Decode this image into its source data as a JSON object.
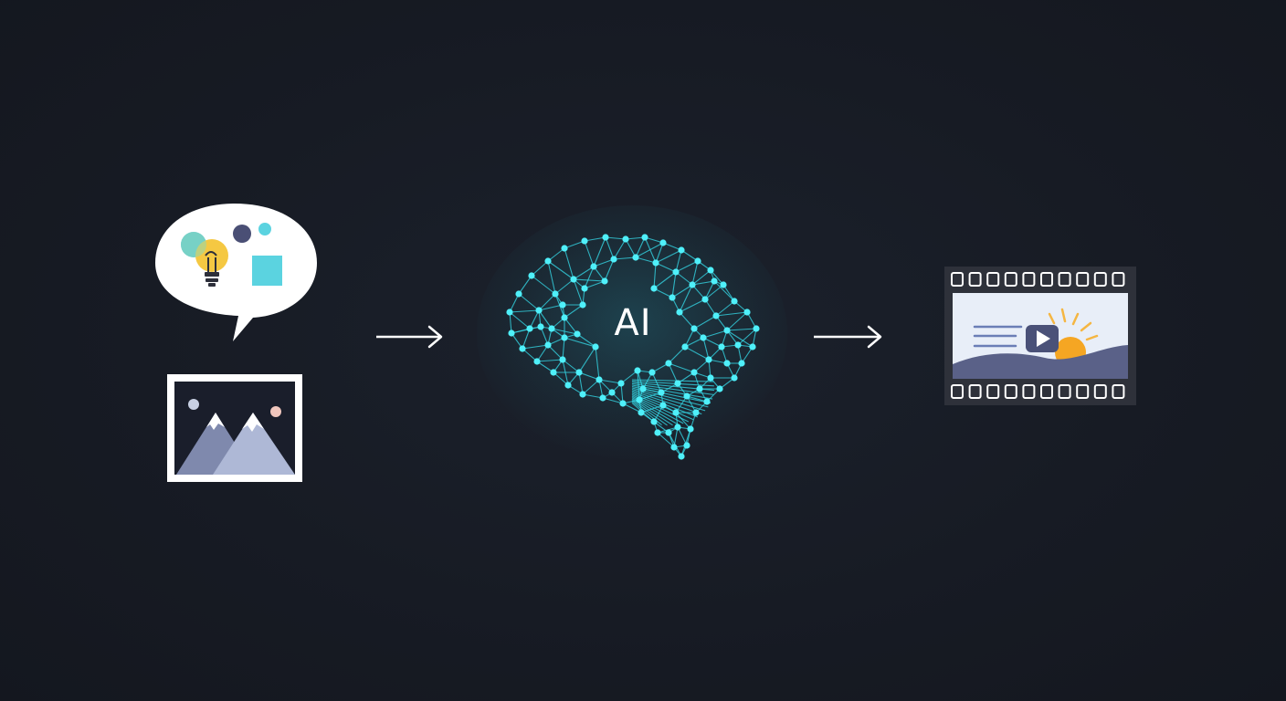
{
  "diagram": {
    "inputs": [
      "speech-bubble-idea",
      "image"
    ],
    "processor": {
      "label": "AI",
      "icon": "neural-brain-icon"
    },
    "output": {
      "icon": "video-filmstrip-icon"
    }
  },
  "colors": {
    "background": "#181c26",
    "neural_cyan": "#39e6f2",
    "bulb_yellow": "#f5c842",
    "shape_teal": "#5bd3e0",
    "dot_slate": "#4a4f75",
    "mountain_slate": "#8f9bbf",
    "sun_orange": "#f5a623",
    "film_frame": "#2e313a",
    "screen_bg": "#e8eef8"
  }
}
